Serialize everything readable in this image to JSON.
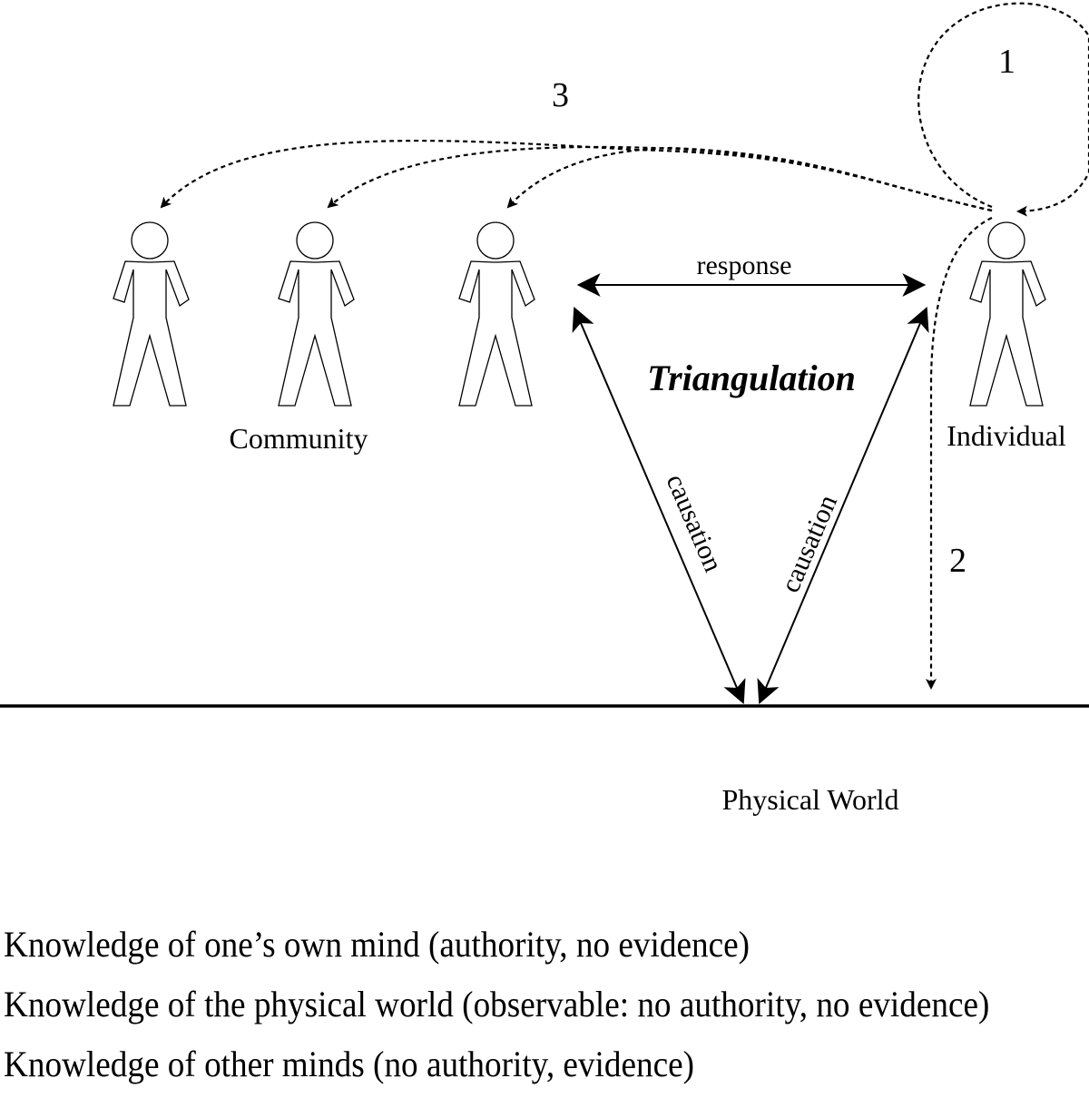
{
  "diagram": {
    "title": "Triangulation",
    "edges": {
      "response": "response",
      "causation_left": "causation",
      "causation_right": "causation"
    },
    "groups": {
      "community": "Community",
      "individual": "Individual",
      "world": "Physical World"
    },
    "route_numbers": {
      "self": "1",
      "world": "2",
      "others": "3"
    },
    "community_figure_count": 3,
    "individual_figure_count": 1
  },
  "legend": {
    "statements": [
      "Knowledge of one’s own mind (authority, no evidence)",
      "Knowledge of the physical world (observable: no authority, no evidence)",
      "Knowledge of other minds (no authority, evidence)"
    ]
  }
}
